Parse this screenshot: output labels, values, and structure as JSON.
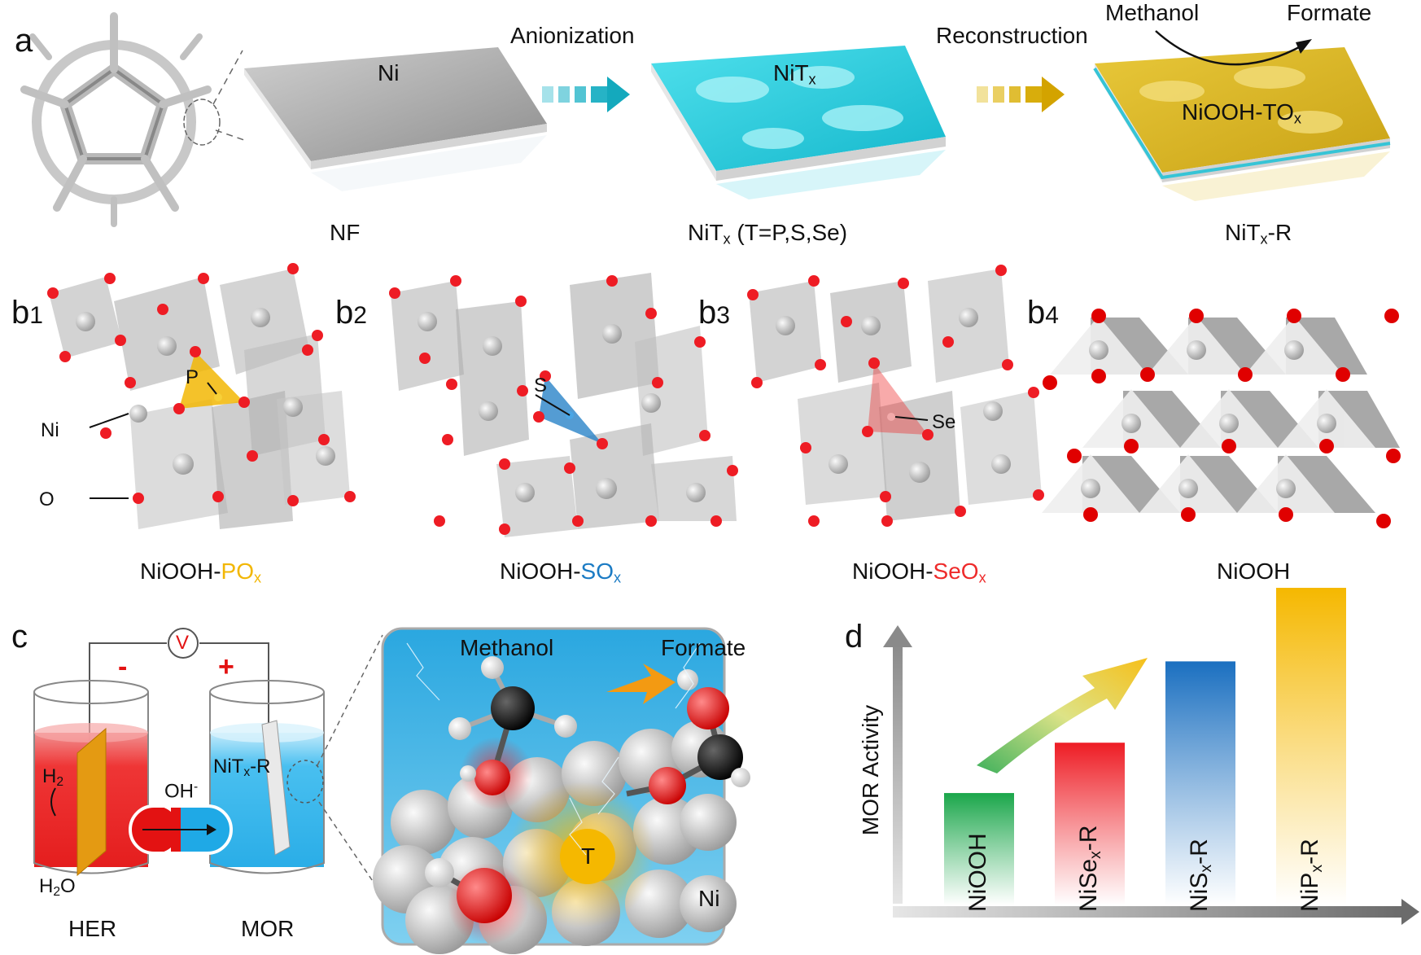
{
  "panel_a": {
    "letter": "a",
    "step1": "Anionization",
    "step2": "Reconstruction",
    "ni_plate": "Ni",
    "nit_plate": "NiT",
    "nit_sub": "x",
    "niooh_plate": "NiOOH-TO",
    "niooh_sub": "x",
    "methanol": "Methanol",
    "formate": "Formate",
    "cap_nf": "NF",
    "cap_nit_a": "NiT",
    "cap_nit_sub": "x",
    "cap_nit_b": " (T=P,S,Se)",
    "cap_nitr_a": "NiT",
    "cap_nitr_sub": "x",
    "cap_nitr_b": "-R"
  },
  "panel_b": {
    "b1": "b",
    "b1n": "1",
    "b2": "b",
    "b2n": "2",
    "b3": "b",
    "b3n": "3",
    "b4": "b",
    "b4n": "4",
    "p": "P",
    "ni": "Ni",
    "o": "O",
    "s": "S",
    "se": "Se",
    "cap1_a": "NiOOH-",
    "cap1_b": "PO",
    "cap1_sub": "x",
    "cap2_a": "NiOOH-",
    "cap2_b": "SO",
    "cap2_sub": "x",
    "cap3_a": "NiOOH-",
    "cap3_b": "SeO",
    "cap3_sub": "x",
    "cap4": "NiOOH",
    "colors": {
      "p": "#f2b705",
      "s": "#1b7bc4",
      "se": "#ee2b2b"
    }
  },
  "panel_c": {
    "letter": "c",
    "v": "V",
    "minus": "-",
    "plus": "+",
    "h2": "H",
    "h2_sub": "2",
    "h2o_a": "H",
    "h2o_sub": "2",
    "h2o_b": "O",
    "oh": "OH",
    "oh_sup": "-",
    "nitr_a": "NiT",
    "nitr_sub": "x",
    "nitr_b": "-R",
    "her": "HER",
    "mor": "MOR",
    "methanol": "Methanol",
    "formate": "Formate",
    "t": "T",
    "ni": "Ni"
  },
  "panel_d": {
    "letter": "d",
    "ylabel": "MOR Activity",
    "bars": [
      {
        "a": "NiOOH",
        "sub": "",
        "b": "",
        "color": "#1aa64a",
        "value": 0.29
      },
      {
        "a": "NiSe",
        "sub": "x",
        "b": "-R",
        "color": "#ee1c24",
        "value": 0.42
      },
      {
        "a": "NiS",
        "sub": "x",
        "b": "-R",
        "color": "#1a6fc0",
        "value": 0.63
      },
      {
        "a": "NiP",
        "sub": "x",
        "b": "-R",
        "color": "#f5b800",
        "value": 0.82
      }
    ]
  }
}
